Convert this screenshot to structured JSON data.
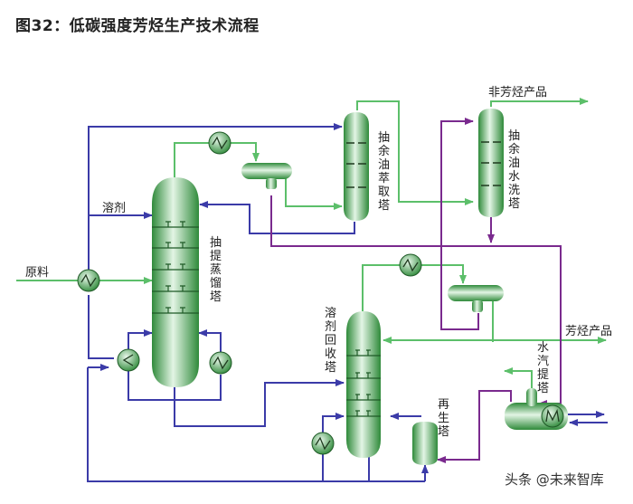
{
  "title": "图32：低碳强度芳烃生产技术流程",
  "colors": {
    "solvent_line": "#3b3ba8",
    "hydrocarbon_line": "#5cbf6a",
    "water_line": "#7a2a8e",
    "vessel_dark": "#2f8a3a",
    "vessel_light": "#d9f2dc"
  },
  "labels": {
    "solvent": "溶剂",
    "feed": "原料",
    "extractive_distillation_column": "抽提蒸馏塔",
    "raffinate_extraction_column": "抽余油萃取塔",
    "raffinate_wash_column": "抽余油水洗塔",
    "non_aromatic_product": "非芳烃产品",
    "solvent_recovery_column": "溶剂回收塔",
    "aromatic_product": "芳烃产品",
    "steam_stripper": "水汽提塔",
    "regenerator": "再生塔"
  },
  "watermark": "头条 @未来智库"
}
